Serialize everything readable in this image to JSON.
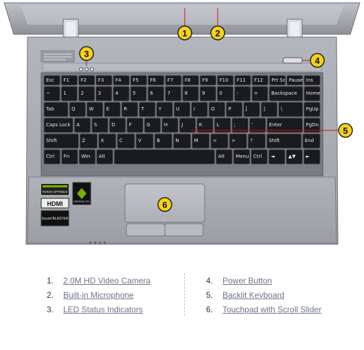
{
  "callouts": [
    {
      "num": "1",
      "label": "2.0M HD Video Camera"
    },
    {
      "num": "2",
      "label": "Built-in Microphone"
    },
    {
      "num": "3",
      "label": "LED Status Indicators"
    },
    {
      "num": "4",
      "label": "Power Button"
    },
    {
      "num": "5",
      "label": "Backlit Keyboard"
    },
    {
      "num": "6",
      "label": "Touchpad with Scroll Slider"
    }
  ],
  "legend": {
    "left": [
      {
        "num": "1.",
        "label": "2.0M HD Video Camera"
      },
      {
        "num": "2.",
        "label": "Built-in Microphone"
      },
      {
        "num": "3.",
        "label": "LED Status Indicators"
      }
    ],
    "right": [
      {
        "num": "4.",
        "label": "Power Button"
      },
      {
        "num": "5.",
        "label": "Backlit Keyboard"
      },
      {
        "num": "6.",
        "label": "Touchpad with Scroll Slider"
      }
    ]
  },
  "keyboard": {
    "rows": [
      [
        "Esc",
        "F1",
        "F2",
        "F3",
        "F4",
        "F5",
        "F6",
        "F7",
        "F8",
        "F9",
        "F10",
        "F11",
        "F12",
        "Prt Sc",
        "Pause",
        "Ins"
      ],
      [
        "~",
        "1",
        "2",
        "3",
        "4",
        "5",
        "6",
        "7",
        "8",
        "9",
        "0",
        "-",
        "=",
        "Backspace",
        "Home"
      ],
      [
        "Tab",
        "Q",
        "W",
        "E",
        "R",
        "T",
        "Y",
        "U",
        "I",
        "O",
        "P",
        "[",
        "]",
        "\\",
        "PgUp"
      ],
      [
        "Caps Lock",
        "A",
        "S",
        "D",
        "F",
        "G",
        "H",
        "J",
        "K",
        "L",
        ";",
        "'",
        "Enter",
        "PgDn"
      ],
      [
        "Shift",
        "Z",
        "X",
        "C",
        "V",
        "B",
        "N",
        "M",
        "<",
        ">",
        "?",
        "Shift",
        "End"
      ],
      [
        "Ctrl",
        "Fn",
        "Win",
        "Alt",
        "",
        "Alt",
        "Menu",
        "Ctrl",
        "◄",
        "▲▼",
        "►"
      ]
    ]
  },
  "badges": [
    "NVIDIA OPTIMUS",
    "HDMI",
    "Sound BLASTER",
    "GEFORCE GTX"
  ],
  "colors": {
    "callout": "#f6d117",
    "pointer_line": "#cc1111",
    "chassis": "#a9aab2"
  }
}
